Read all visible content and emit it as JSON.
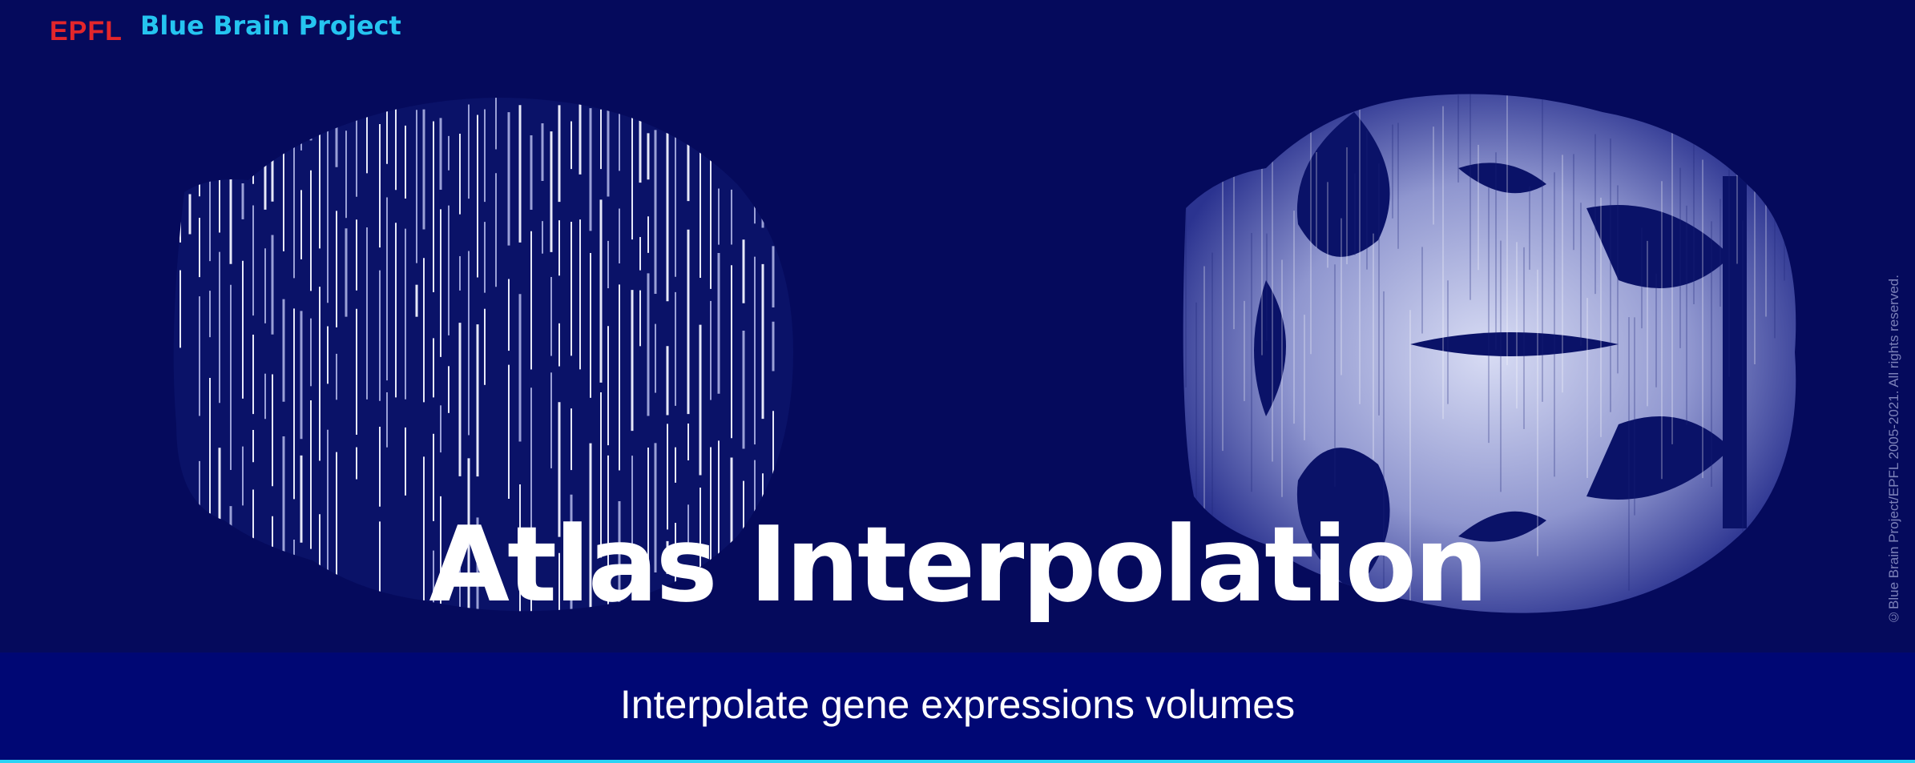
{
  "header": {
    "logo_text": "EPFL",
    "project_name": "Blue Brain Project"
  },
  "hero": {
    "title": "Atlas Interpolation",
    "subtitle": "Interpolate gene expressions volumes",
    "copyright": "©Blue Brain Project/EPFL 2005-2021. All rights reserved."
  },
  "images": {
    "left": "sparse-brain-slices-image",
    "right": "interpolated-brain-volume-image"
  },
  "colors": {
    "background": "#050a5c",
    "subtitle_bar": "#000774",
    "epfl_red": "#e3262b",
    "bbp_cyan": "#25c4f0",
    "accent_line": "#2ad4f5"
  }
}
